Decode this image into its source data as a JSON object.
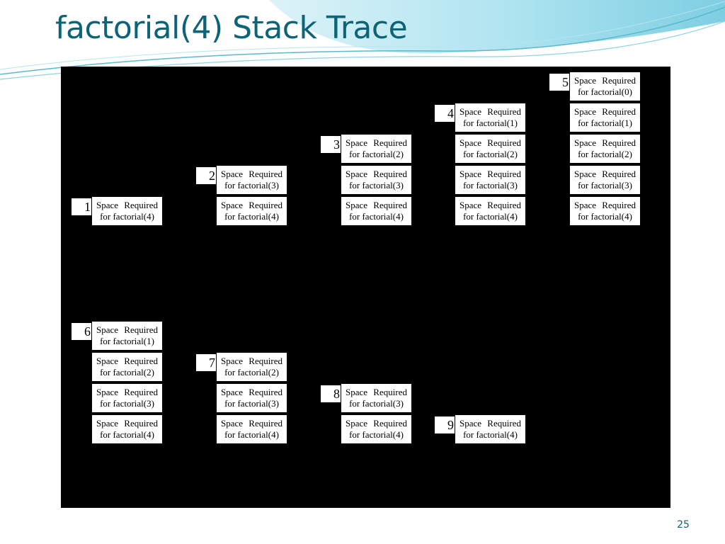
{
  "slide": {
    "title": "factorial(4) Stack Trace",
    "page_number": "25"
  },
  "frame_line1": "Space  Required",
  "steps": [
    {
      "label": "1",
      "frames": [
        "for factorial(4)"
      ]
    },
    {
      "label": "2",
      "frames": [
        "for factorial(3)",
        "for factorial(4)"
      ]
    },
    {
      "label": "3",
      "frames": [
        "for factorial(2)",
        "for factorial(3)",
        "for factorial(4)"
      ]
    },
    {
      "label": "4",
      "frames": [
        "for factorial(1)",
        "for factorial(2)",
        "for factorial(3)",
        "for factorial(4)"
      ]
    },
    {
      "label": "5",
      "frames": [
        "for factorial(0)",
        "for factorial(1)",
        "for factorial(2)",
        "for factorial(3)",
        "for factorial(4)"
      ]
    },
    {
      "label": "6",
      "frames": [
        "for factorial(1)",
        "for factorial(2)",
        "for factorial(3)",
        "for factorial(4)"
      ]
    },
    {
      "label": "7",
      "frames": [
        "for factorial(2)",
        "for factorial(3)",
        "for factorial(4)"
      ]
    },
    {
      "label": "8",
      "frames": [
        "for factorial(3)",
        "for factorial(4)"
      ]
    },
    {
      "label": "9",
      "frames": [
        "for factorial(4)"
      ]
    }
  ]
}
